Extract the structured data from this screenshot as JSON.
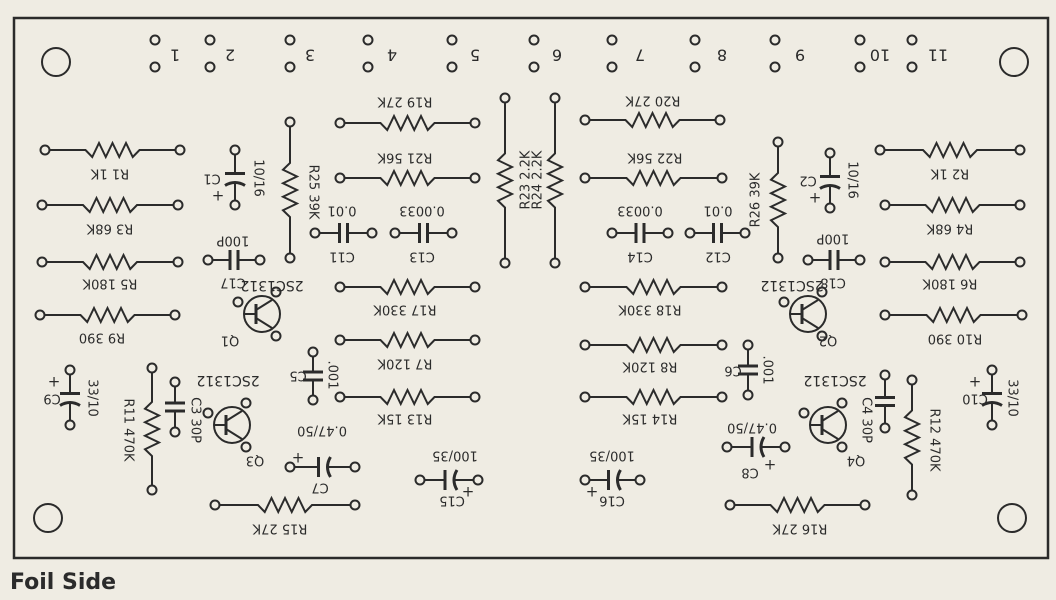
{
  "caption": "Foil Side",
  "colors": {
    "ink": "#2b2b2b",
    "paper": "#efece3"
  },
  "terminals": [
    "1",
    "2",
    "3",
    "4",
    "5",
    "6",
    "7",
    "8",
    "9",
    "10",
    "11"
  ],
  "resistors": [
    {
      "id": "r1",
      "label": "R1 1K"
    },
    {
      "id": "r2",
      "label": "R2 1K"
    },
    {
      "id": "r3",
      "label": "R3 68K"
    },
    {
      "id": "r4",
      "label": "R4 68K"
    },
    {
      "id": "r5",
      "label": "R5 180K"
    },
    {
      "id": "r6",
      "label": "R6 180K"
    },
    {
      "id": "r7",
      "label": "R7 120K"
    },
    {
      "id": "r8",
      "label": "R8 120K"
    },
    {
      "id": "r9",
      "label": "R9 390"
    },
    {
      "id": "r10",
      "label": "R10 390"
    },
    {
      "id": "r11",
      "label": "R11 470K"
    },
    {
      "id": "r12",
      "label": "R12 470K"
    },
    {
      "id": "r13",
      "label": "R13 15K"
    },
    {
      "id": "r14",
      "label": "R14 15K"
    },
    {
      "id": "r15",
      "label": "R15 27K"
    },
    {
      "id": "r16",
      "label": "R16 27K"
    },
    {
      "id": "r17",
      "label": "R17 330K"
    },
    {
      "id": "r18",
      "label": "R18 330K"
    },
    {
      "id": "r19",
      "label": "R19 27K"
    },
    {
      "id": "r20",
      "label": "R20 27K"
    },
    {
      "id": "r21",
      "label": "R21 56K"
    },
    {
      "id": "r22",
      "label": "R22 56K"
    },
    {
      "id": "r23",
      "label": "R23 2.2K"
    },
    {
      "id": "r24",
      "label": "R24 2.2K"
    },
    {
      "id": "r25",
      "label": "R25 39K"
    },
    {
      "id": "r26",
      "label": "R26 39K"
    }
  ],
  "capacitors": [
    {
      "id": "c11",
      "label": "C11",
      "value": "0.01"
    },
    {
      "id": "c12",
      "label": "C12",
      "value": "0.01"
    },
    {
      "id": "c13",
      "label": "C13",
      "value": "0.0033"
    },
    {
      "id": "c14",
      "label": "C14",
      "value": "0.0033"
    },
    {
      "id": "c17",
      "label": "C17",
      "value": "100P"
    },
    {
      "id": "c18",
      "label": "C18",
      "value": "100P"
    },
    {
      "id": "c5",
      "label": "C5",
      "value": ".001"
    },
    {
      "id": "c6",
      "label": "C6",
      "value": ".001"
    },
    {
      "id": "c3",
      "label": "C3",
      "value": "30P"
    },
    {
      "id": "c4",
      "label": "C4",
      "value": "30P"
    }
  ],
  "electrolytics": [
    {
      "id": "c1",
      "label": "C1",
      "value": "10/16"
    },
    {
      "id": "c2",
      "label": "C2",
      "value": "10/16"
    },
    {
      "id": "c7",
      "label": "C7",
      "value": "0.47/50"
    },
    {
      "id": "c8",
      "label": "C8",
      "value": "0.47/50"
    },
    {
      "id": "c9",
      "label": "C9",
      "value": "33/10"
    },
    {
      "id": "c10",
      "label": "C10",
      "value": "33/10"
    },
    {
      "id": "c15",
      "label": "C15",
      "value": "100/35"
    },
    {
      "id": "c16",
      "label": "C16",
      "value": "100/35"
    }
  ],
  "transistors": [
    {
      "id": "q1",
      "label": "Q1",
      "part": "2SC1312"
    },
    {
      "id": "q2",
      "label": "Q2",
      "part": "2SC1312"
    },
    {
      "id": "q3",
      "label": "Q3",
      "part": "2SC1312"
    },
    {
      "id": "q4",
      "label": "Q4",
      "part": "2SC1312"
    }
  ]
}
